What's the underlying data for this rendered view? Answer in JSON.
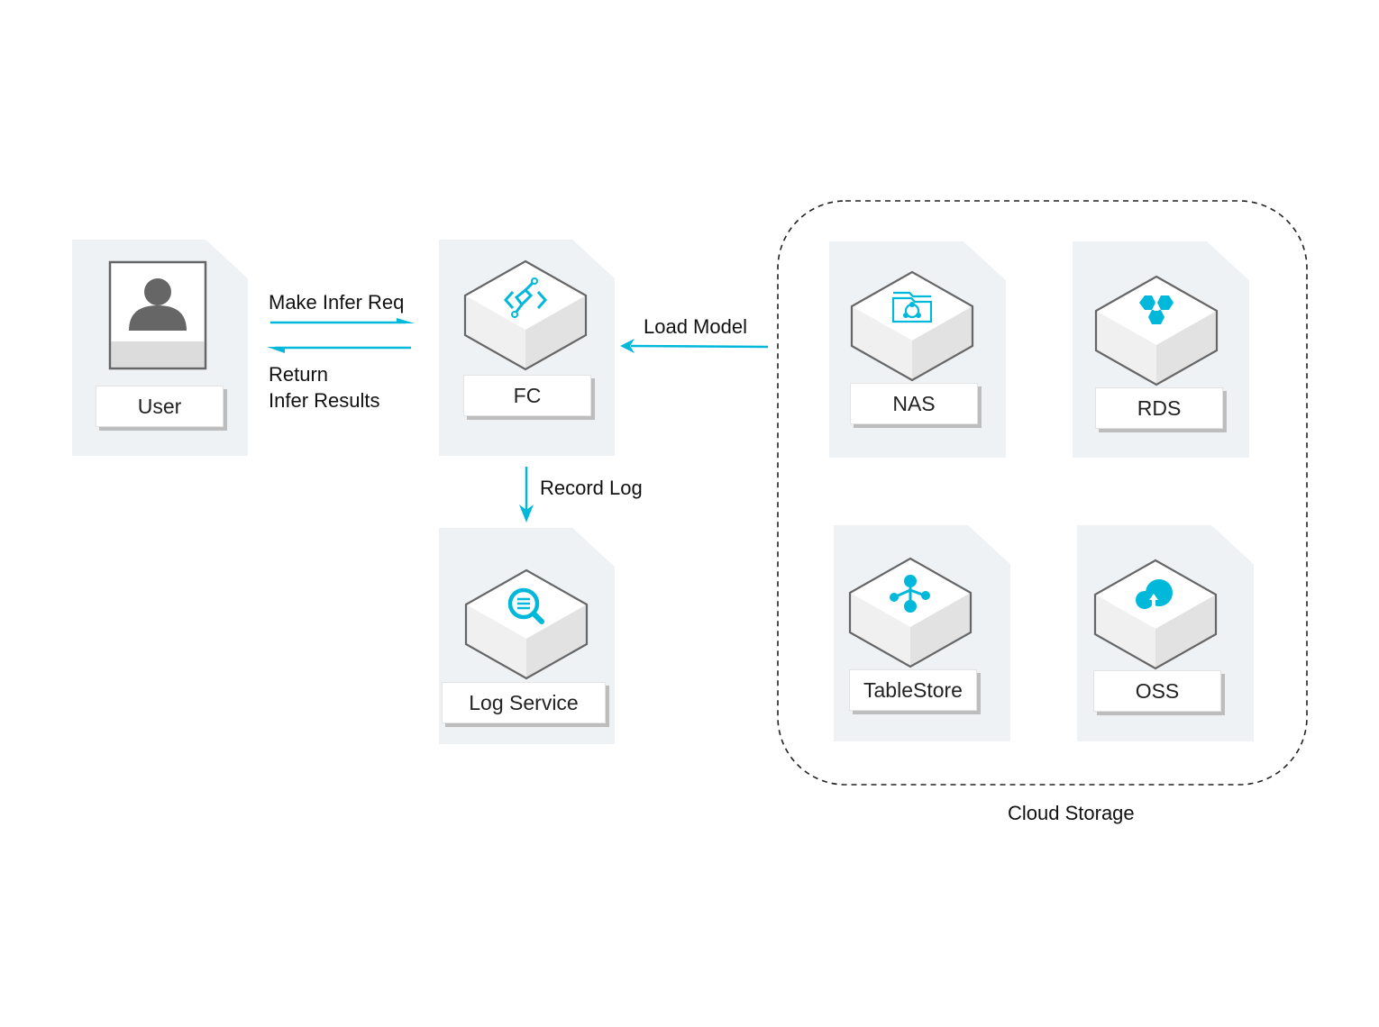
{
  "nodes": {
    "user": {
      "label": "User",
      "icon": "person-icon"
    },
    "fc": {
      "label": "FC",
      "icon": "code-link-icon"
    },
    "log_service": {
      "label": "Log Service",
      "icon": "log-search-icon"
    },
    "nas": {
      "label": "NAS",
      "icon": "folder-share-icon"
    },
    "rds": {
      "label": "RDS",
      "icon": "hexagon-cluster-icon"
    },
    "tablestore": {
      "label": "TableStore",
      "icon": "tree-nodes-icon"
    },
    "oss": {
      "label": "OSS",
      "icon": "cloud-upload-icon"
    }
  },
  "edges": {
    "make_infer_req": "Make Infer Req",
    "return_line1": "Return",
    "return_line2": "Infer Results",
    "load_model": "Load Model",
    "record_log": "Record Log"
  },
  "groups": {
    "cloud_storage": "Cloud Storage"
  },
  "colors": {
    "accent": "#00b8d9",
    "card_bg": "#eff2f5",
    "cube_stroke": "#666666"
  }
}
